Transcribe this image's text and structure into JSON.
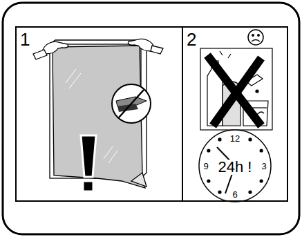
{
  "diagram": {
    "nodes": [
      {
        "text": [
          "1"
        ]
      },
      {
        "text": [
          "2"
        ]
      }
    ],
    "labels": [
      "24h !",
      "12",
      "3",
      "6",
      "9"
    ]
  }
}
